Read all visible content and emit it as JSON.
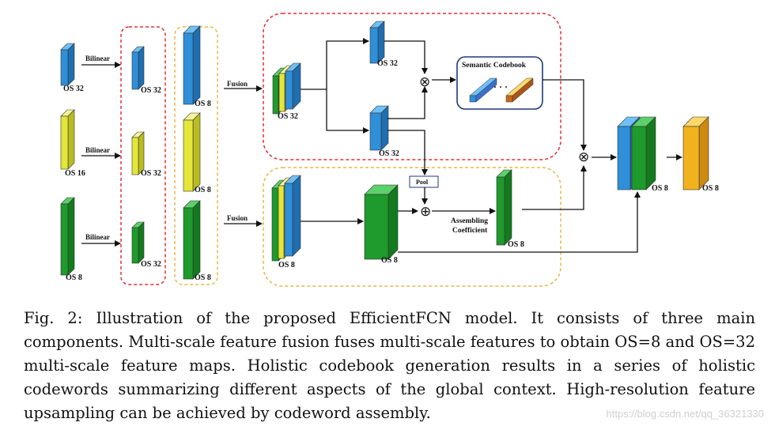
{
  "diagram": {
    "labels": {
      "os32": "OS 32",
      "os16": "OS 16",
      "os8": "OS 8",
      "bilinear": "Bilinear",
      "fusion": "Fusion",
      "pool": "Pool",
      "semantic_codebook": "Semantic Codebook",
      "ellipsis": "· · ·",
      "assembling_line1": "Assembling",
      "assembling_line2": "Coefficient",
      "multiply": "⊗",
      "add": "⊕"
    },
    "colors": {
      "blue": "#2f8fd8",
      "blue_top": "#6fc0f5",
      "blue_side": "#1f6eb0",
      "yellow": "#e4e63a",
      "yellow_top": "#f4f59a",
      "yellow_side": "#b9bb22",
      "green": "#1f9a2c",
      "green_top": "#5cd06a",
      "green_side": "#137a1e",
      "orange": "#f2b21e",
      "orange_top": "#ffd76a",
      "orange_side": "#cc8a10",
      "red_dash": "#e0303a",
      "gold_dash": "#e8b84a"
    }
  },
  "caption": "Fig. 2: Illustration of the proposed EfficientFCN model. It consists of three main components. Multi-scale feature fusion fuses multi-scale features to obtain OS=8 and OS=32 multi-scale feature maps. Holistic codebook generation results in a series of holistic codewords summarizing different aspects of the global context. High-resolution feature upsampling can be achieved by codeword assembly.",
  "watermark": "https://blog.csdn.net/qq_36321330"
}
